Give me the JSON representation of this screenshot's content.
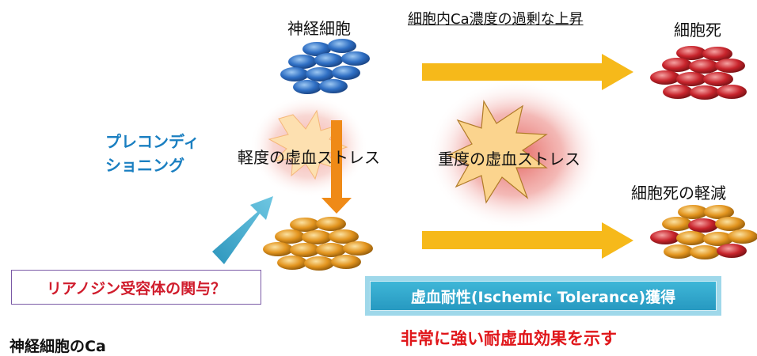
{
  "labels": {
    "top_caption": "細胞内Ca濃度の過剰な上昇",
    "neurons": "神経細胞",
    "cell_death": "細胞死",
    "reduced_cell_death": "細胞死の軽減",
    "preconditioning": "プレコンディ\nショニング",
    "mild_stress": "軽度の虚血ストレス",
    "severe_stress": "重度の虚血ストレス",
    "ryr_question": "リアノジン受容体の関与？",
    "tolerance": "虚血耐性(Ischemic Tolerance)獲得",
    "strong_effect": "非常に強い耐虚血効果を示す",
    "bottom_partial": "神経細胞のCa"
  },
  "colors": {
    "neuron_blue": "#2f6fc4",
    "dead_red": "#c8242c",
    "tolerant_orange": "#e3951f",
    "arrow_yellow": "#f6b91a",
    "arrow_orange": "#ef8a17",
    "arrow_teal": "#3aa7c9",
    "preconditioning_text": "#1a7fc1",
    "emphasis_red": "#e0161a"
  },
  "icons": {
    "burst_mild": "burst-icon",
    "burst_severe": "burst-icon"
  }
}
